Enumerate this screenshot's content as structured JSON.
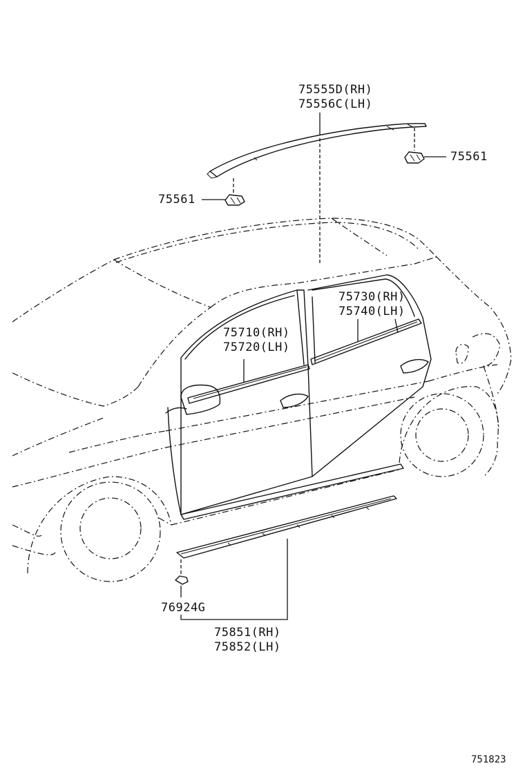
{
  "labels": {
    "roof_rh": "75555D(RH)",
    "roof_lh": "75556C(LH)",
    "clip_right": "75561",
    "clip_left": "75561",
    "rear_door_rh": "75730(RH)",
    "rear_door_lh": "75740(LH)",
    "front_door_rh": "75710(RH)",
    "front_door_lh": "75720(LH)",
    "rocker_clip": "76924G",
    "rocker_rh": "75851(RH)",
    "rocker_lh": "75852(LH)"
  },
  "diagram_code": "751823"
}
